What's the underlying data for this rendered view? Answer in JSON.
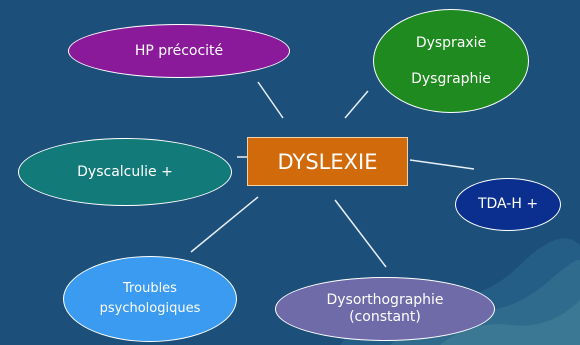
{
  "diagram": {
    "center": {
      "label": "DYSLEXIE",
      "color": "#d06a0b"
    },
    "background_color": "#1c4f7a",
    "nodes": [
      {
        "id": "hp",
        "lines": [
          "HP précocité"
        ],
        "color": "#8b1a9a"
      },
      {
        "id": "dysp",
        "lines": [
          "Dyspraxie",
          "Dysgraphie"
        ],
        "color": "#1f8a1f"
      },
      {
        "id": "calc",
        "lines": [
          "Dyscalculie +"
        ],
        "color": "#137a7a"
      },
      {
        "id": "tda",
        "lines": [
          "TDA-H +"
        ],
        "color": "#0a2f8f"
      },
      {
        "id": "psy",
        "lines": [
          "Troubles",
          "psychologiques"
        ],
        "color": "#3a9bf0"
      },
      {
        "id": "ortho",
        "lines": [
          "Dysorthographie",
          "(constant)"
        ],
        "color": "#6f6aa8"
      }
    ]
  }
}
